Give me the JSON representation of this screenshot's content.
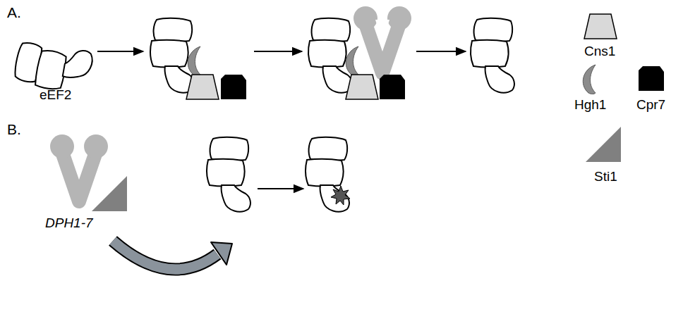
{
  "diagram": {
    "labels": [
      "A.",
      "eEF2",
      "B.",
      "DPH1-7"
    ],
    "legend": [
      {
        "text": "Cns1"
      },
      {
        "text": "Hgh1"
      },
      {
        "text": "Cpr7"
      },
      {
        "text": "Sti1"
      }
    ]
  }
}
